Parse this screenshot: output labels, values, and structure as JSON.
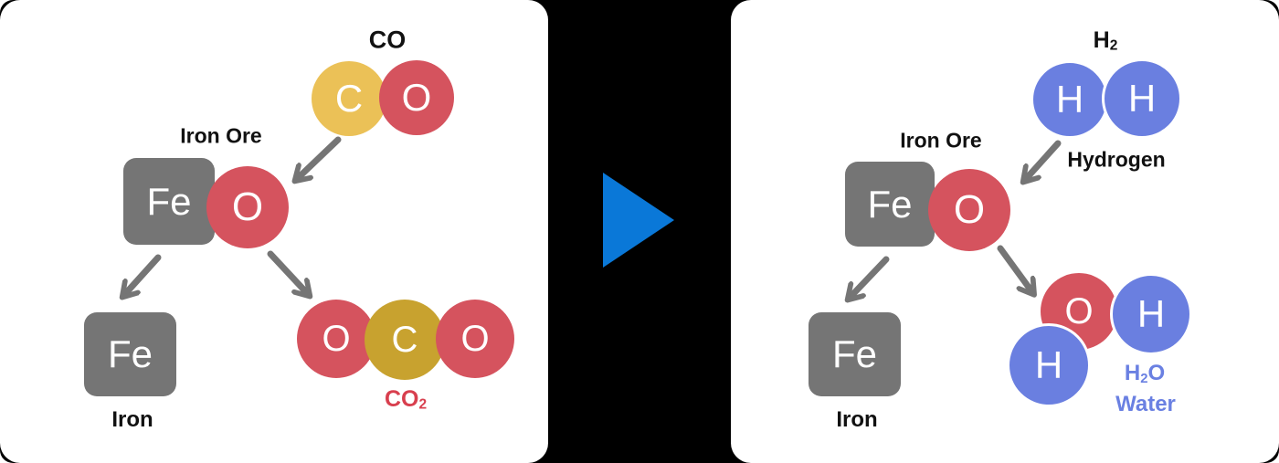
{
  "panels": {
    "left": {
      "co_label": "CO",
      "molecule_co": {
        "c": "C",
        "o": "O"
      },
      "iron_ore_label": "Iron Ore",
      "feo": {
        "fe": "Fe",
        "o": "O"
      },
      "fe_label": "Fe",
      "iron_label": "Iron",
      "co2_molecule": {
        "o1": "O",
        "c": "C",
        "o2": "O"
      },
      "co2_label": {
        "main": "CO",
        "sub": "2"
      }
    },
    "right": {
      "h2_label": {
        "main": "H",
        "sub": "2"
      },
      "molecule_h2": {
        "h1": "H",
        "h2": "H"
      },
      "hydrogen_label": "Hydrogen",
      "iron_ore_label": "Iron Ore",
      "feo": {
        "fe": "Fe",
        "o": "O"
      },
      "fe_label": "Fe",
      "iron_label": "Iron",
      "h2o_molecule": {
        "o": "O",
        "h_right": "H",
        "h_bottom": "H"
      },
      "h2o_label": {
        "main": "H",
        "sub": "2",
        "tail": "O"
      },
      "water_label": "Water"
    }
  },
  "colors": {
    "background": "#000000",
    "panel": "#FFFFFF",
    "oxygen_red": "#D5535E",
    "carbon_yellow": "#EBC157",
    "carbon_gold": "#C8A22F",
    "iron_gray": "#757575",
    "hydrogen_blue": "#6A7FE0",
    "arrow_gray": "#757575",
    "transform_triangle_blue": "#0A78D8",
    "co2_text_red": "#D83F4E",
    "water_text_blue": "#6A80E2",
    "label_text": "#111111"
  }
}
